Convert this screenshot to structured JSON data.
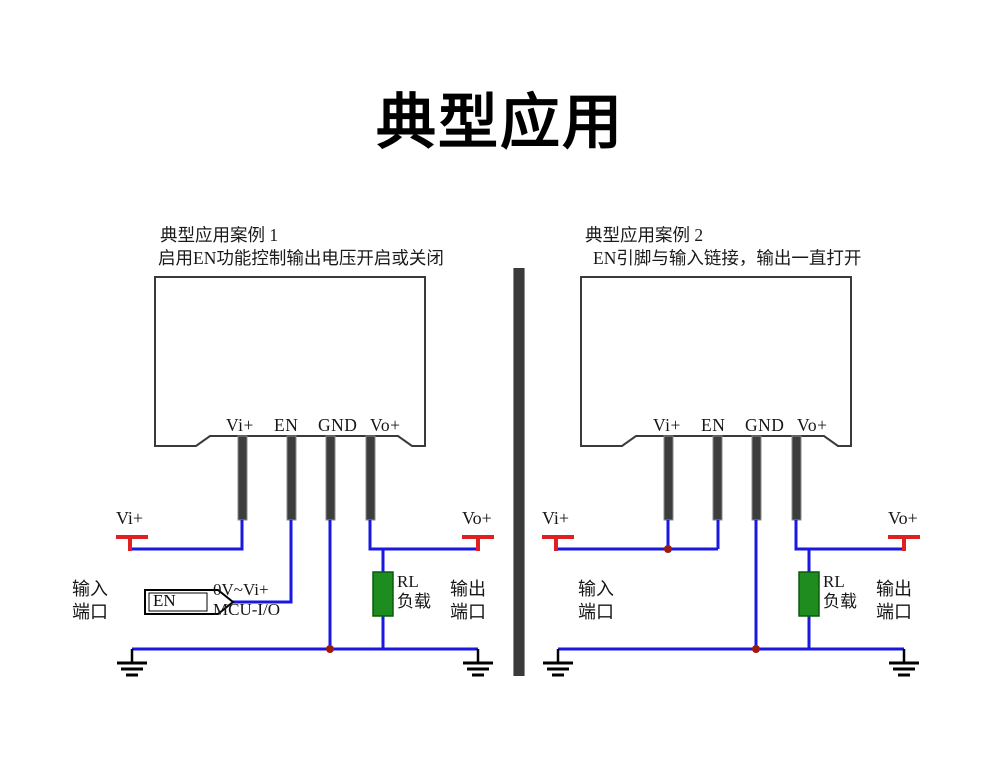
{
  "page": {
    "title": "典型应用",
    "background_color": "#ffffff"
  },
  "colors": {
    "wire": "#1a18e0",
    "terminal": "#e02020",
    "junction": "#9b1b0e",
    "load": "#1e8c1e",
    "pin": "#3d3d3d",
    "outline": "#3a3a3a",
    "divider": "#3a3a3a"
  },
  "diagrams": [
    {
      "id": "case-1",
      "caption_title": "典型应用案例 1",
      "caption_sub": "启用EN功能控制输出电压开启或关闭",
      "module": {
        "pins": [
          "Vi+",
          "EN",
          "GND",
          "Vo+"
        ]
      },
      "input_terminal_label": "Vi+",
      "output_terminal_label": "Vo+",
      "input_port_label_line1": "输入",
      "input_port_label_line2": "端口",
      "output_port_label_line1": "输出",
      "output_port_label_line2": "端口",
      "load_label_line1": "RL",
      "load_label_line2": "负载",
      "en_flag_label": "EN",
      "en_note_line1": "0V~Vi+",
      "en_note_line2": "MCU-I/O"
    },
    {
      "id": "case-2",
      "caption_title": "典型应用案例 2",
      "caption_sub": "EN引脚与输入链接，输出一直打开",
      "module": {
        "pins": [
          "Vi+",
          "EN",
          "GND",
          "Vo+"
        ]
      },
      "input_terminal_label": "Vi+",
      "output_terminal_label": "Vo+",
      "input_port_label_line1": "输入",
      "input_port_label_line2": "端口",
      "output_port_label_line1": "输出",
      "output_port_label_line2": "端口",
      "load_label_line1": "RL",
      "load_label_line2": "负载"
    }
  ]
}
